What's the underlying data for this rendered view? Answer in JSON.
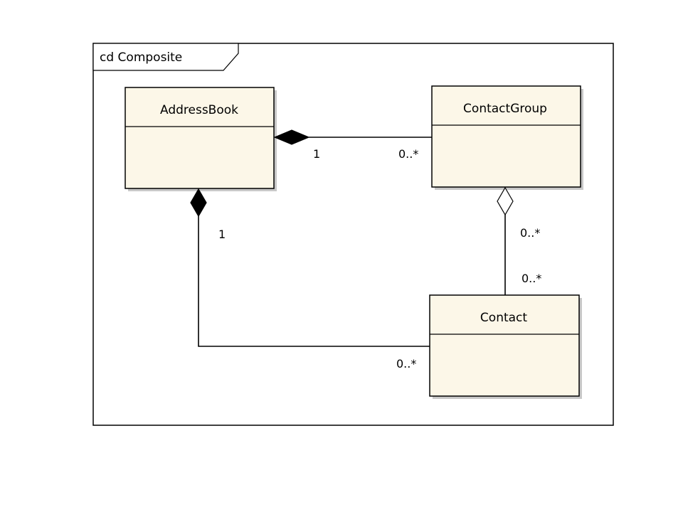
{
  "diagram": {
    "frame_label": "cd Composite",
    "class_fill": "#fcf7e8",
    "classes": [
      {
        "id": "address-book",
        "name": "AddressBook"
      },
      {
        "id": "contact-group",
        "name": "ContactGroup"
      },
      {
        "id": "contact",
        "name": "Contact"
      }
    ],
    "associations": [
      {
        "from": "AddressBook",
        "to": "ContactGroup",
        "kind": "composition",
        "source_multiplicity": "1",
        "target_multiplicity": "0..*"
      },
      {
        "from": "AddressBook",
        "to": "Contact",
        "kind": "composition",
        "source_multiplicity": "1",
        "target_multiplicity": "0..*"
      },
      {
        "from": "ContactGroup",
        "to": "Contact",
        "kind": "aggregation",
        "source_multiplicity": "0..*",
        "target_multiplicity": "0..*"
      }
    ]
  }
}
